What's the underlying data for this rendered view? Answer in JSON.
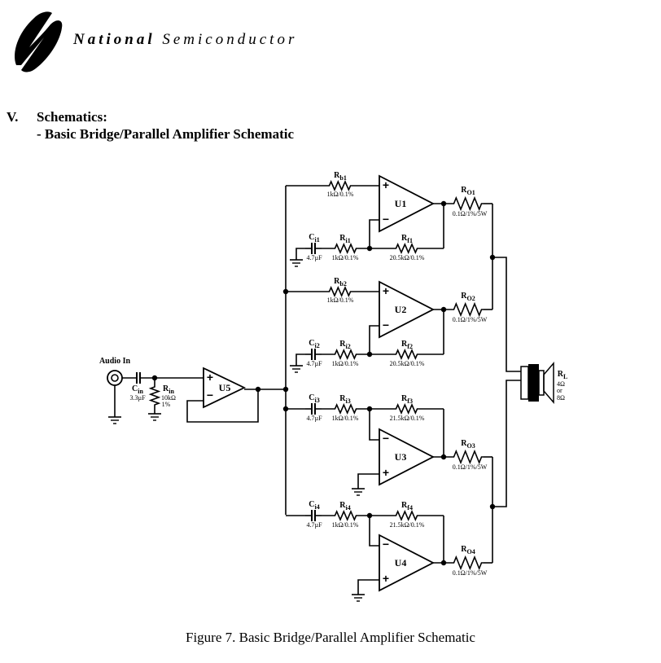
{
  "header": {
    "brand_bold": "National",
    "brand_rest": "Semiconductor",
    "section_number": "V.",
    "section_title": "Schematics:",
    "subsection_title": "- Basic Bridge/Parallel Amplifier Schematic"
  },
  "figure": {
    "caption": "Figure 7.  Basic Bridge/Parallel Amplifier Schematic"
  },
  "schematic": {
    "input": {
      "label": "Audio In"
    },
    "cin": {
      "name": "C",
      "sub": "in",
      "value": "3.3µF"
    },
    "rin": {
      "name": "R",
      "sub": "in",
      "value1": "10kΩ",
      "value2": "1%"
    },
    "u5": {
      "label": "U5"
    },
    "channels": [
      {
        "op": "U1",
        "rb": {
          "sub": "b1",
          "value": "1kΩ/0.1%"
        },
        "ci": {
          "sub": "i1",
          "value": "4.7µF"
        },
        "ri": {
          "sub": "i1",
          "value": "1kΩ/0.1%"
        },
        "rf": {
          "sub": "f1",
          "value": "20.5kΩ/0.1%"
        },
        "ro": {
          "sub": "O1",
          "value": "0.1Ω/1%/5W"
        }
      },
      {
        "op": "U2",
        "rb": {
          "sub": "b2",
          "value": "1kΩ/0.1%"
        },
        "ci": {
          "sub": "i2",
          "value": "4.7µF"
        },
        "ri": {
          "sub": "i2",
          "value": "1kΩ/0.1%"
        },
        "rf": {
          "sub": "f2",
          "value": "20.5kΩ/0.1%"
        },
        "ro": {
          "sub": "O2",
          "value": "0.1Ω/1%/5W"
        }
      },
      {
        "op": "U3",
        "ci": {
          "sub": "i3",
          "value": "4.7µF"
        },
        "ri": {
          "sub": "i3",
          "value": "1kΩ/0.1%"
        },
        "rf": {
          "sub": "f3",
          "value": "21.5kΩ/0.1%"
        },
        "ro": {
          "sub": "O3",
          "value": "0.1Ω/1%/5W"
        }
      },
      {
        "op": "U4",
        "ci": {
          "sub": "i4",
          "value": "4.7µF"
        },
        "ri": {
          "sub": "i4",
          "value": "1kΩ/0.1%"
        },
        "rf": {
          "sub": "f4",
          "value": "21.5kΩ/0.1%"
        },
        "ro": {
          "sub": "O4",
          "value": "0.1Ω/1%/5W"
        }
      }
    ],
    "load": {
      "name": "R",
      "sub": "L",
      "value1": "4Ω",
      "value2": "or",
      "value3": "8Ω"
    },
    "letters": {
      "R": "R",
      "C": "C",
      "plus": "+",
      "minus": "−"
    }
  }
}
